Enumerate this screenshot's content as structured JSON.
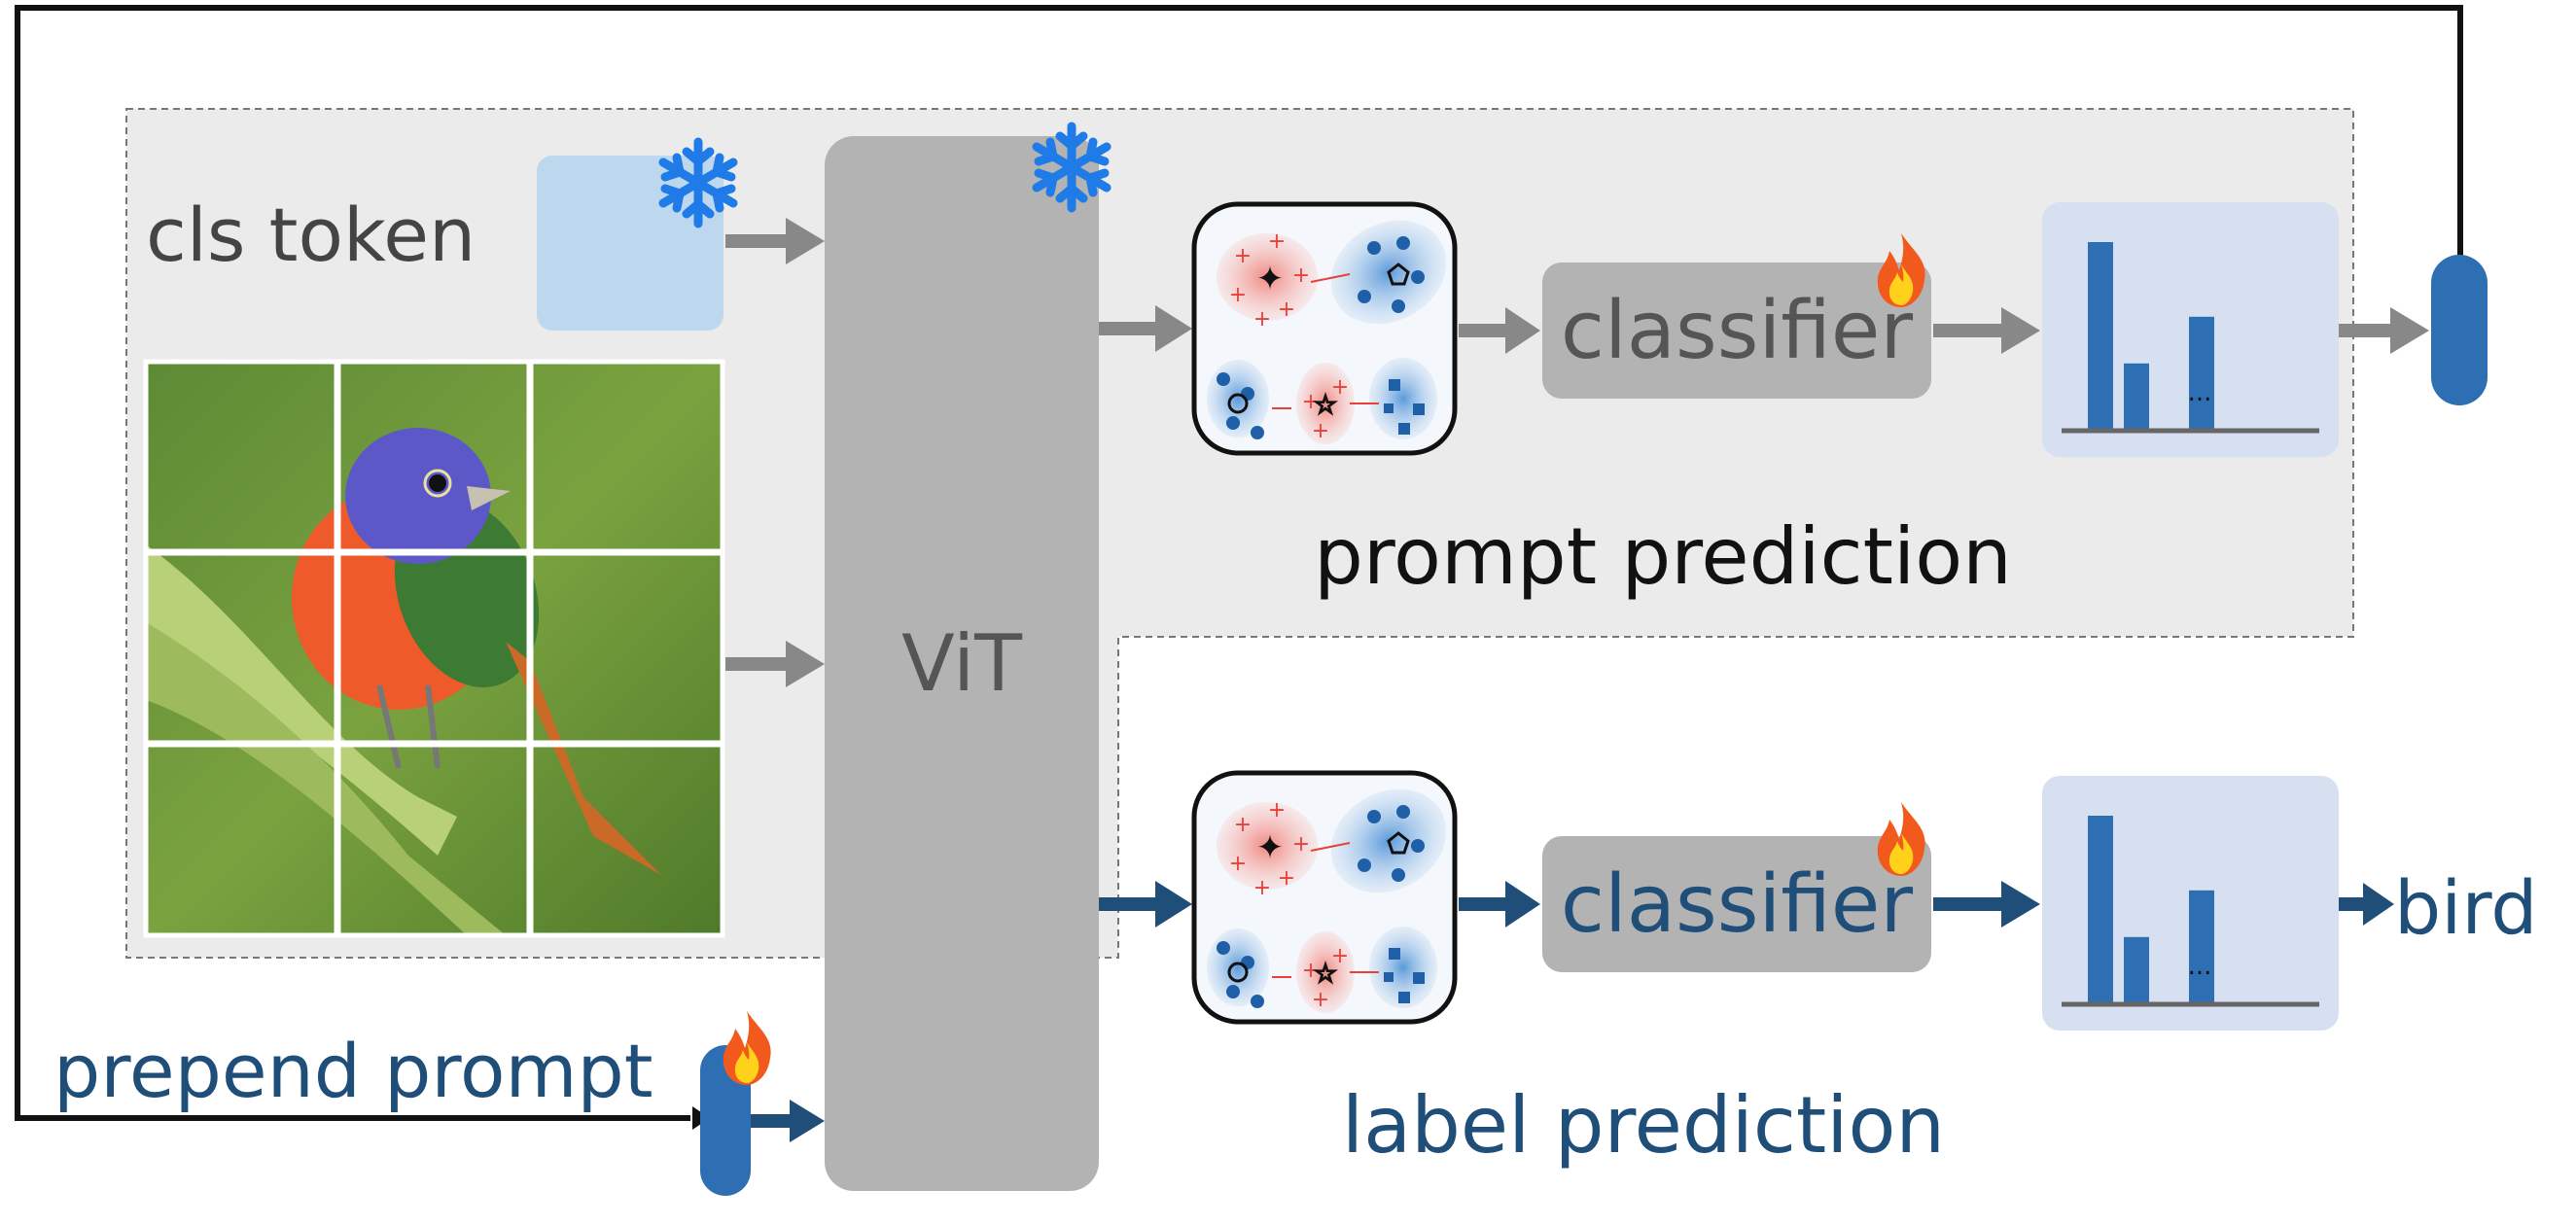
{
  "labels": {
    "cls_token": "cls token",
    "vit": "ViT",
    "classifier_top": "classifier",
    "classifier_bottom": "classifier",
    "prompt_prediction": "prompt prediction",
    "label_prediction": "label prediction",
    "prepend_prompt": "prepend prompt",
    "output_label": "bird",
    "ellipsis_top": "...",
    "ellipsis_bottom": "..."
  },
  "histogram_top": {
    "values": [
      1.0,
      0.35,
      0.6
    ]
  },
  "histogram_bottom": {
    "values": [
      1.0,
      0.35,
      0.6
    ]
  },
  "icons": {
    "frozen": "snowflake-icon",
    "trainable": "fire-icon"
  },
  "colors": {
    "gray_arrow": "#888888",
    "blue_arrow": "#1f4e79",
    "prompt_token": "#2e6fb4",
    "cls_box": "#bdd7ee",
    "vit_box": "#b3b3b3",
    "classifier_box": "#b3b3b3",
    "hist_bar": "#2e6fb4",
    "hist_bg": "#d6e0f0",
    "region_bg": "#ebebeb",
    "label_blue": "#1f4e79"
  }
}
